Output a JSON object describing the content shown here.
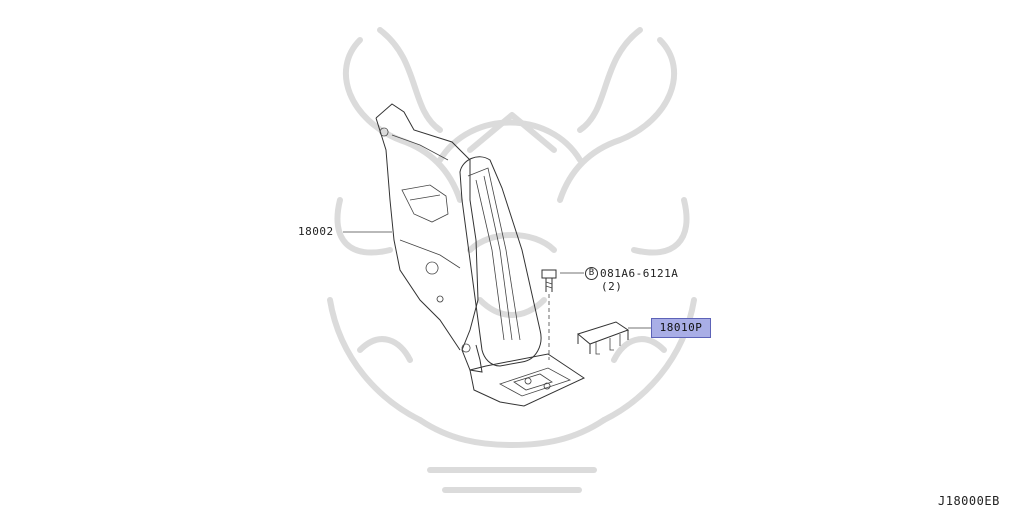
{
  "callouts": {
    "pedal_assembly": "18002",
    "bolt_part": "081A6-6121A",
    "bolt_qty": "(2)",
    "bolt_symbol": "B",
    "cover_part": "18010P"
  },
  "diagram_code": "J18000EB",
  "colors": {
    "highlight_fill": "#a9aee6",
    "highlight_border": "#5d63b8",
    "line": "#333333",
    "watermark": "#d8d8d8"
  }
}
